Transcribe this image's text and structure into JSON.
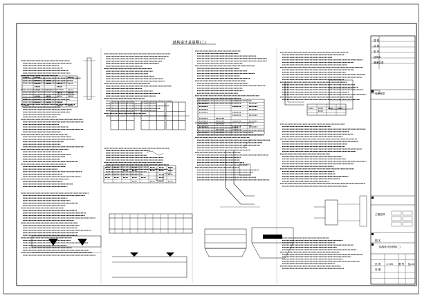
{
  "drawing": {
    "title": "结构设计总说明(二)"
  },
  "title_block": {
    "professions": [
      "建 筑",
      "结 构",
      "电 气",
      "给排水",
      "暖通空调"
    ],
    "sections": {
      "stamp": "注册师章",
      "drawing_name_label": "图 名",
      "drawing_name": "结构设计总说明(二)",
      "project_label": "工程名称",
      "scale_label": "比 例",
      "scale": "1:100",
      "date_label": "日 期",
      "sheet_no_label": "图 号",
      "sheet_no": "结-02"
    }
  }
}
